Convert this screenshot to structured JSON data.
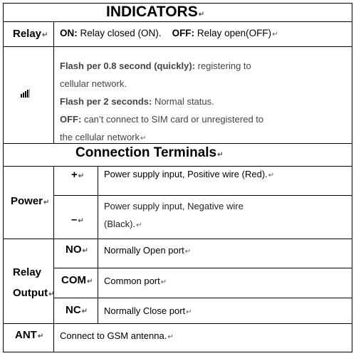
{
  "title": "INDICATORS",
  "relay": {
    "label": "Relay",
    "on_label": "ON:",
    "on_text": " Relay closed (ON).",
    "off_label": "OFF:",
    "off_text": " Relay open(OFF)"
  },
  "signal": {
    "icon": "signal-bars-icon",
    "l1_bold": "Flash per 0.8 second (quickly):",
    "l1_text": " registering to",
    "l2_text": "cellular network.",
    "l3_bold": "Flash per 2 seconds:",
    "l3_text": " Normal status.",
    "l4_bold": "OFF:",
    "l4_text": " can’t connect to SIM card or unregistered to",
    "l5_text": "the cellular network"
  },
  "terminals_title": "Connection Terminals",
  "power": {
    "label": "Power",
    "plus_symbol": "+",
    "plus_desc": "Power supply input, Positive wire (Red).",
    "minus_symbol": "–",
    "minus_desc_1": "Power supply input, Negative wire",
    "minus_desc_2": "(Black)."
  },
  "relay_output": {
    "label_1": "Relay",
    "label_2": "Output",
    "no_symbol": "NO",
    "no_desc": "Normally Open port",
    "com_symbol": "COM",
    "com_desc": "Common port",
    "nc_symbol": "NC",
    "nc_desc": "Normally Close port"
  },
  "ant": {
    "label": "ANT",
    "desc": "Connect to GSM antenna."
  },
  "paragraph_mark": "↵"
}
